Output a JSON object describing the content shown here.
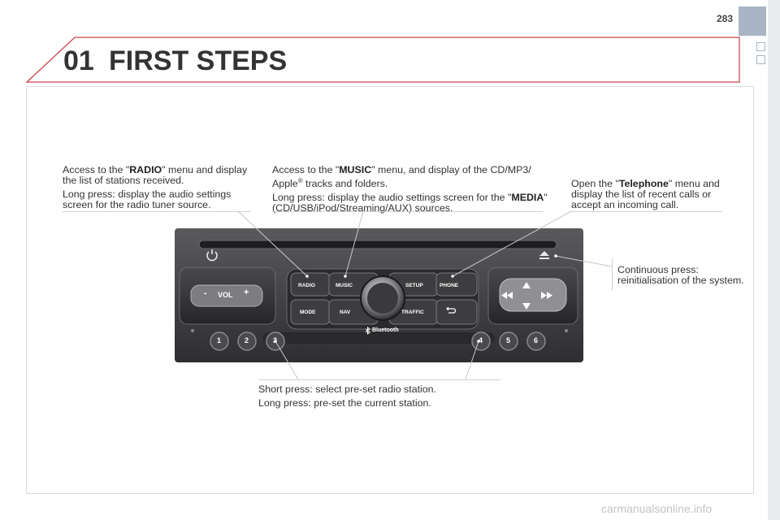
{
  "page_number": "283",
  "chapter": {
    "number": "01",
    "title": "FIRST STEPS"
  },
  "callouts": {
    "radio": {
      "pre": "Access to the \"",
      "key": "RADIO",
      "post": "\" menu and display the list of stations received.",
      "long": "Long press: display the audio settings screen for the radio tuner source."
    },
    "music": {
      "pre": "Access to the \"",
      "key": "MUSIC",
      "post": "\" menu, and display of the CD/MP3/",
      "apple": "Apple",
      "reg": "®",
      "post2": " tracks and folders.",
      "long_pre": "Long press: display the audio settings screen for the \"",
      "media": "MEDIA",
      "long_post": "\" (CD/USB/iPod/Streaming/AUX) sources."
    },
    "telephone": {
      "pre": "Open the \"",
      "key": "Telephone",
      "post": "\" menu and display the list of recent calls or accept an incoming call."
    },
    "eject": {
      "text": "Continuous press: reinitialisation of the system."
    },
    "presets": {
      "short": "Short press: select pre-set radio station.",
      "long": "Long press: pre-set the current station."
    }
  },
  "device": {
    "buttons": {
      "radio": "RADIO",
      "music": "MUSIC",
      "setup": "SETUP",
      "phone": "PHONE",
      "mode": "MODE",
      "nav": "NAV",
      "traffic": "TRAFFIC"
    },
    "vol": "VOL",
    "vol_minus": "-",
    "vol_plus": "+",
    "bluetooth": "Bluetooth",
    "presets": [
      "1",
      "2",
      "3",
      "4",
      "5",
      "6"
    ]
  },
  "watermark": "carmanualsonline.info",
  "icons": [
    "power-icon",
    "eject-icon",
    "back-icon",
    "bluetooth-icon",
    "arrow-up-icon",
    "arrow-down-icon",
    "rewind-icon",
    "fast-forward-icon"
  ]
}
